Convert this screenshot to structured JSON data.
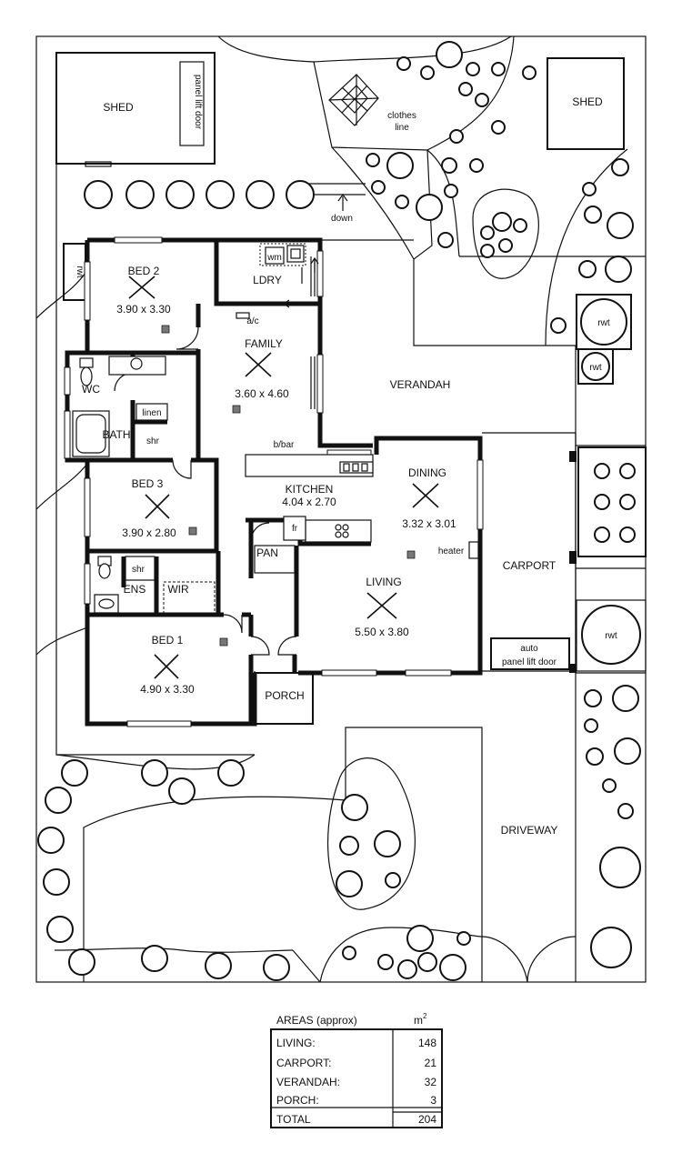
{
  "labels": {
    "shed_left": "SHED",
    "panel_lift_door": "panel lift door",
    "clothes": "clothes",
    "line": "line",
    "shed_right": "SHED",
    "down": "down",
    "rwt1": "rwt",
    "rwt2": "rwt",
    "rwt3": "rwt",
    "rwt4": "rwt",
    "bed2": "BED 2",
    "bed2_dim": "3.90 x 3.30",
    "ldry": "LDRY",
    "wm": "wm",
    "ac": "a/c",
    "family": "FAMILY",
    "family_dim": "3.60 x 4.60",
    "verandah": "VERANDAH",
    "wc": "WC",
    "bath": "BATH",
    "linen": "linen",
    "shr1": "shr",
    "bbar": "b/bar",
    "bed3": "BED 3",
    "bed3_dim": "3.90 x 2.80",
    "kitchen": "KITCHEN",
    "kitchen_dim": "4.04 x 2.70",
    "fr": "fr",
    "pan": "PAN",
    "dining": "DINING",
    "dining_dim": "3.32 x 3.01",
    "heater": "heater",
    "carport": "CARPORT",
    "shr2": "shr",
    "ens": "ENS",
    "wir": "WIR",
    "living": "LIVING",
    "living_dim": "5.50 x 3.80",
    "bed1": "BED 1",
    "bed1_dim": "4.90 x 3.30",
    "auto": "auto",
    "auto_door": "panel lift door",
    "porch": "PORCH",
    "driveway": "DRIVEWAY"
  },
  "areas": {
    "header": "AREAS (approx)",
    "unit": "m",
    "unit_sup": "2",
    "rows": [
      {
        "name": "LIVING:",
        "value": "148"
      },
      {
        "name": "CARPORT:",
        "value": "21"
      },
      {
        "name": "VERANDAH:",
        "value": "32"
      },
      {
        "name": "PORCH:",
        "value": "3"
      }
    ],
    "total_label": "TOTAL",
    "total_value": "204"
  }
}
